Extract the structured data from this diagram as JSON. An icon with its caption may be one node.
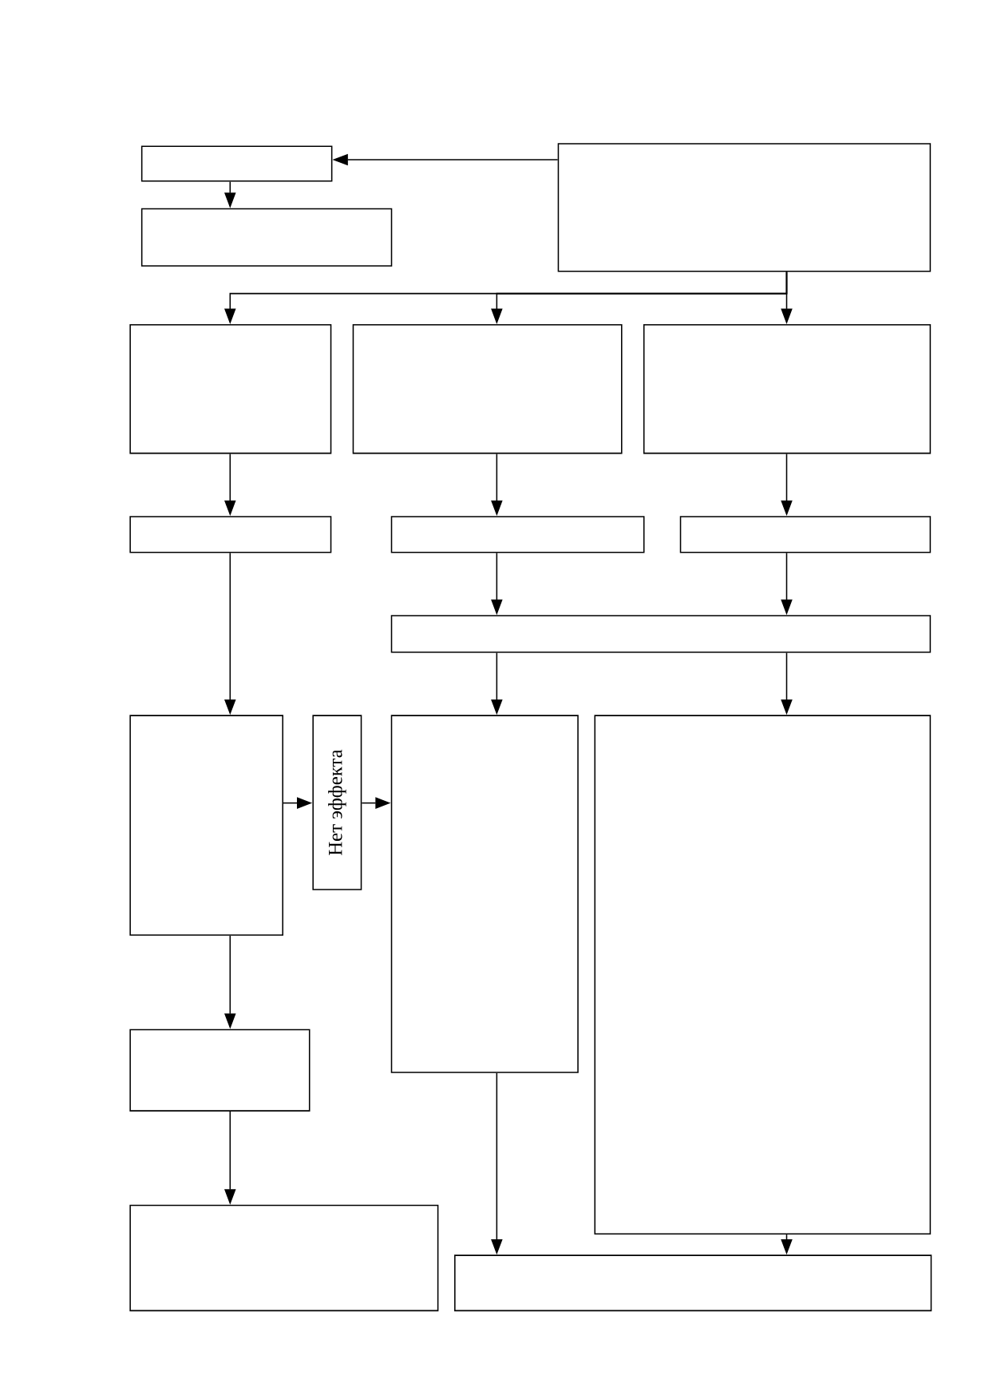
{
  "diagram": {
    "nodes": [
      {
        "text": [],
        "shape": "box"
      },
      {
        "text": [],
        "shape": "box"
      },
      {
        "text": [],
        "shape": "box"
      },
      {
        "text": [],
        "shape": "box"
      },
      {
        "text": [],
        "shape": "box"
      },
      {
        "text": [],
        "shape": "box"
      },
      {
        "text": [],
        "shape": "box"
      },
      {
        "text": [],
        "shape": "box"
      },
      {
        "text": [],
        "shape": "box"
      },
      {
        "text": [],
        "shape": "box"
      },
      {
        "text": [],
        "shape": "box"
      },
      {
        "text": [
          "Нет эффекта"
        ]
      },
      {
        "text": [],
        "shape": "box"
      },
      {
        "text": [],
        "shape": "box"
      },
      {
        "text": [],
        "shape": "box"
      },
      {
        "text": [],
        "shape": "box"
      },
      {
        "text": [],
        "shape": "box"
      }
    ],
    "edges": [
      {
        "from": 1,
        "to": 0,
        "arrow": "to"
      },
      {
        "from": 0,
        "to": 2,
        "arrow": "to"
      },
      {
        "from": 1,
        "to": 3,
        "arrow": "to"
      },
      {
        "from": 1,
        "to": 4,
        "arrow": "to"
      },
      {
        "from": 1,
        "to": 5,
        "arrow": "to"
      },
      {
        "from": 3,
        "to": 6,
        "arrow": "to"
      },
      {
        "from": 4,
        "to": 7,
        "arrow": "to"
      },
      {
        "from": 5,
        "to": 8,
        "arrow": "to"
      },
      {
        "from": 6,
        "to": 10,
        "arrow": "to"
      },
      {
        "from": 7,
        "to": 9,
        "arrow": "to"
      },
      {
        "from": 8,
        "to": 9,
        "arrow": "to"
      },
      {
        "from": 9,
        "to": 12,
        "arrow": "to"
      },
      {
        "from": 9,
        "to": 13,
        "arrow": "to"
      },
      {
        "from": 10,
        "to": 11,
        "arrow": "to"
      },
      {
        "from": 11,
        "to": 12,
        "arrow": "to"
      },
      {
        "from": 10,
        "to": 14,
        "arrow": "to"
      },
      {
        "from": 14,
        "to": 15,
        "arrow": "to"
      },
      {
        "from": 12,
        "to": 16,
        "arrow": "to"
      },
      {
        "from": 13,
        "to": 16,
        "arrow": "to"
      }
    ]
  }
}
